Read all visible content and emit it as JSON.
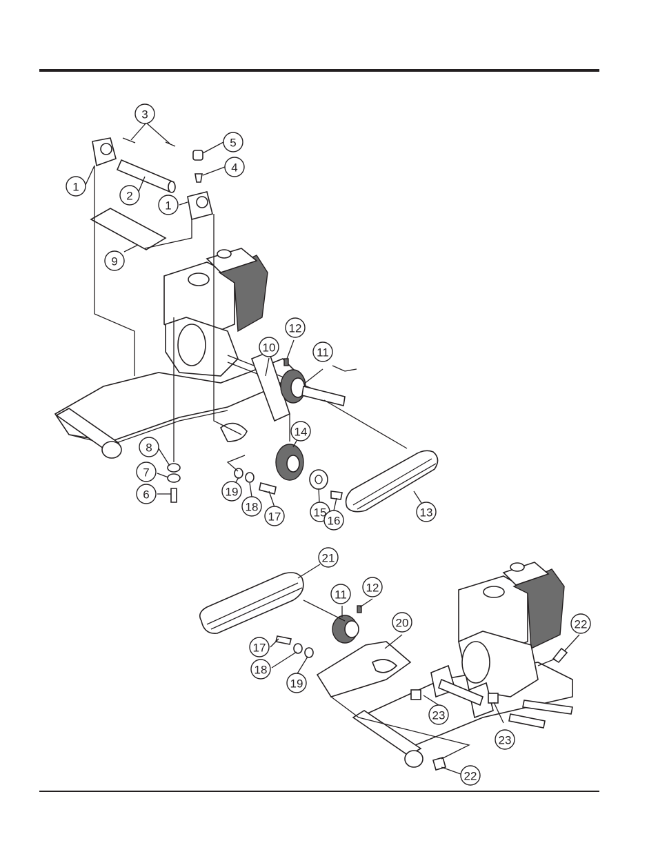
{
  "callouts": [
    {
      "n": "1"
    },
    {
      "n": "1"
    },
    {
      "n": "2"
    },
    {
      "n": "3"
    },
    {
      "n": "3"
    },
    {
      "n": "4"
    },
    {
      "n": "5"
    },
    {
      "n": "6"
    },
    {
      "n": "7"
    },
    {
      "n": "8"
    },
    {
      "n": "9"
    },
    {
      "n": "10"
    },
    {
      "n": "11"
    },
    {
      "n": "12"
    },
    {
      "n": "13"
    },
    {
      "n": "14"
    },
    {
      "n": "15"
    },
    {
      "n": "16"
    },
    {
      "n": "17"
    },
    {
      "n": "18"
    },
    {
      "n": "19"
    },
    {
      "n": "21"
    },
    {
      "n": "11"
    },
    {
      "n": "12"
    },
    {
      "n": "20"
    },
    {
      "n": "17"
    },
    {
      "n": "18"
    },
    {
      "n": "19"
    },
    {
      "n": "22"
    },
    {
      "n": "23"
    },
    {
      "n": "23"
    },
    {
      "n": "22"
    }
  ],
  "colors": {
    "ink": "#231f20",
    "shade": "#6d6d6d",
    "fill": "#ffffff"
  }
}
